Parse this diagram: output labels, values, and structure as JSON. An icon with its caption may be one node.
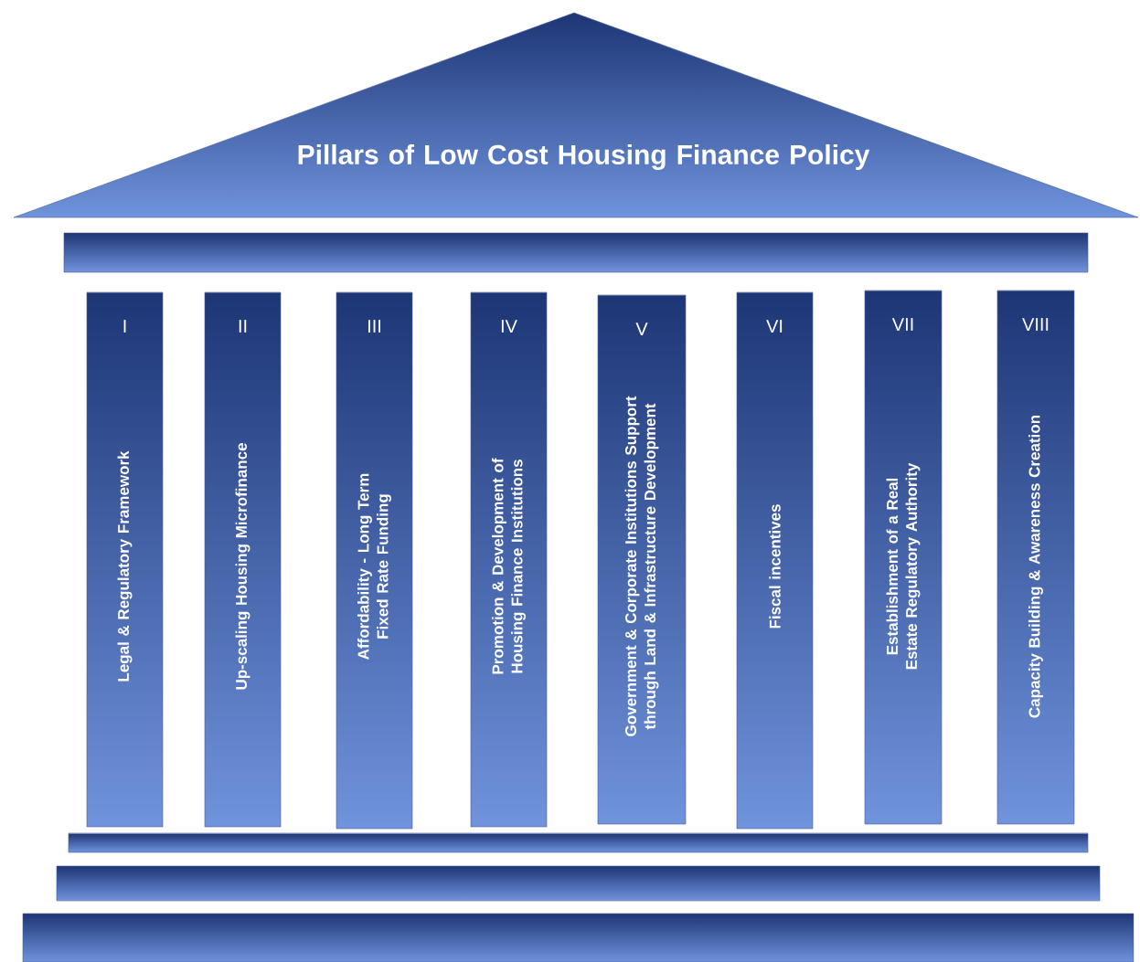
{
  "diagram": {
    "nodes": [
      {
        "text": [
          "Pillars of Low Cost Housing Finance Policy"
        ]
      },
      {
        "text": [
          "I",
          "Legal & Regulatory Framework"
        ]
      },
      {
        "text": [
          "II",
          "Up-scaling Housing Microfinance"
        ]
      },
      {
        "text": [
          "III",
          "Affordability - Long Term Fixed Rate Funding"
        ]
      },
      {
        "text": [
          "IV",
          "Promotion & Development of Housing Finance Institutions"
        ]
      },
      {
        "text": [
          "V",
          "Government & Corporate Institutions Support through Land & Infrastructure Development"
        ]
      },
      {
        "text": [
          "VI",
          "Fiscal incentives"
        ]
      },
      {
        "text": [
          "VII",
          "Establishment of a Real Estate Regulatory Authority"
        ]
      },
      {
        "text": [
          "VIII",
          "Capacity Building & Awareness Creation"
        ]
      }
    ]
  }
}
